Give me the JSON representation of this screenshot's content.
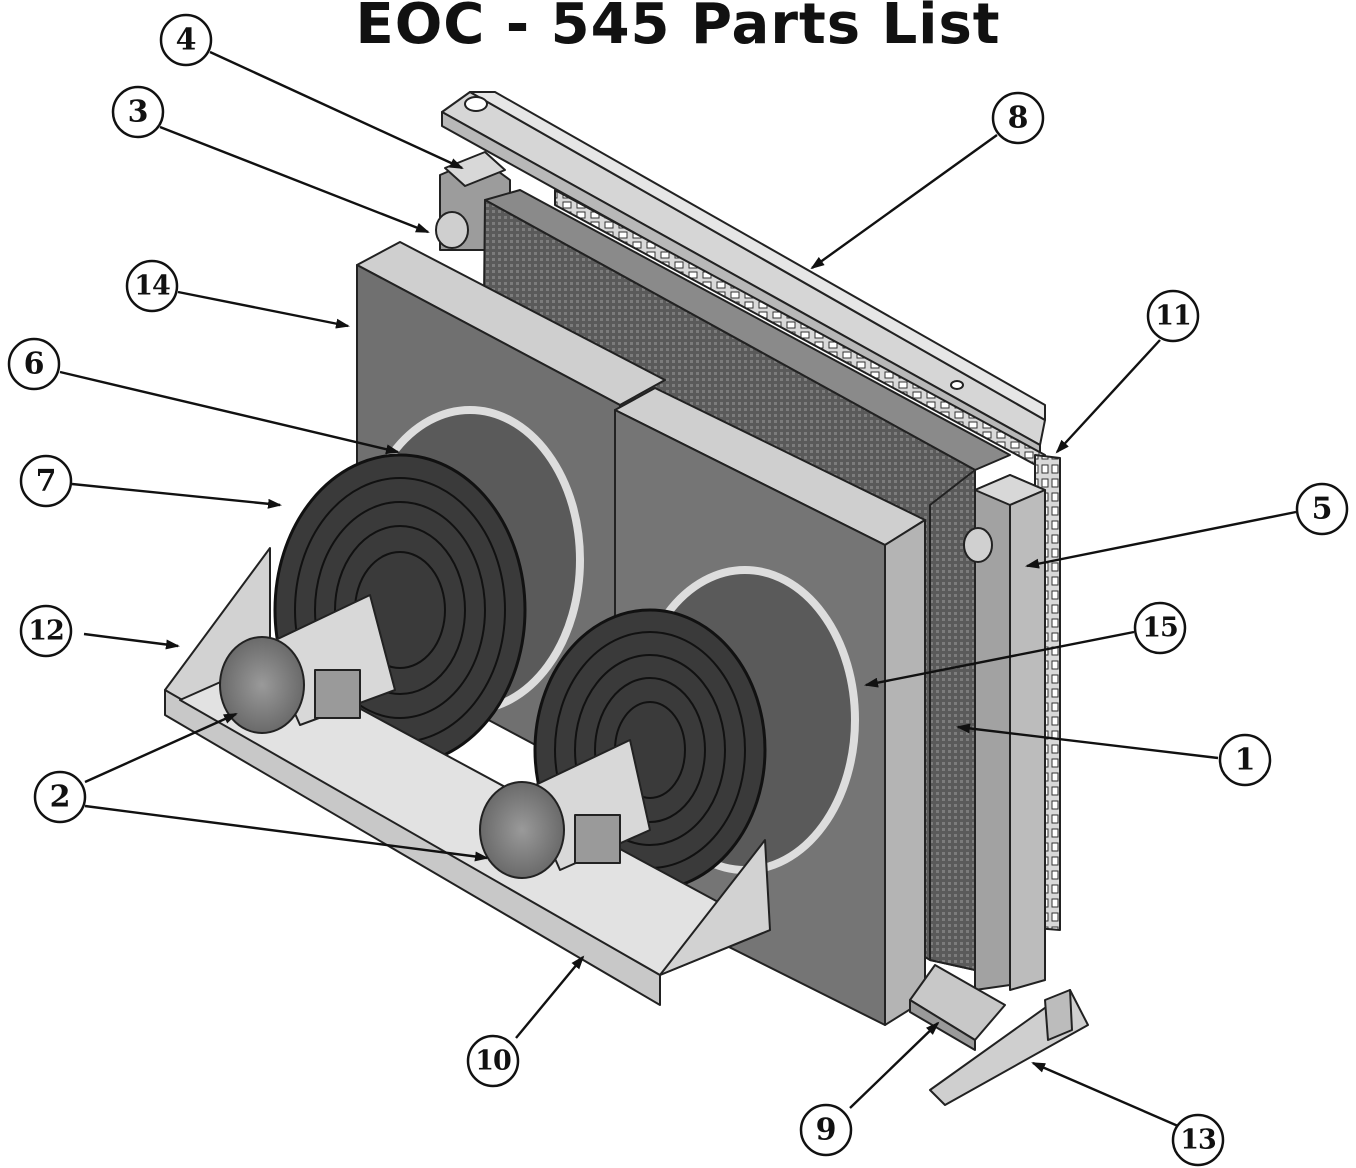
{
  "title": "EOC - 545  Parts List",
  "callouts": [
    "1",
    "2",
    "3",
    "4",
    "5",
    "6",
    "7",
    "8",
    "9",
    "10",
    "11",
    "12",
    "13",
    "14",
    "15"
  ]
}
